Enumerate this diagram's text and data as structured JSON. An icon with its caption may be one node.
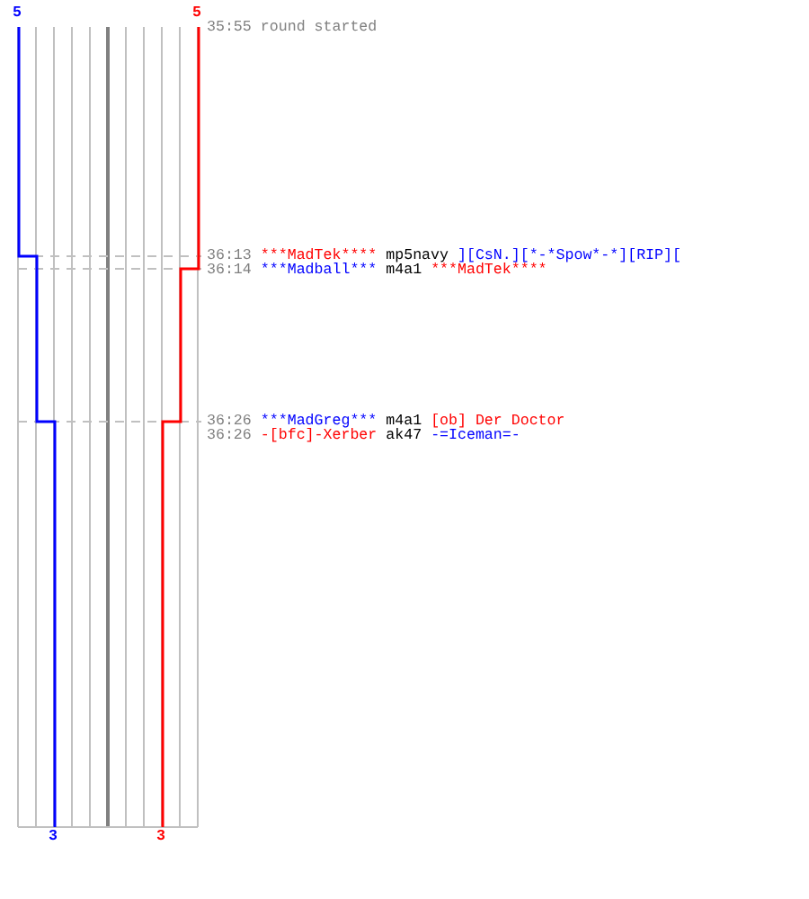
{
  "diagram": {
    "labels": [
      "5",
      "5",
      "35:55",
      "round started",
      "36:13",
      "***MadTek****",
      "mp5navy",
      "][CsN.][*-*Spow*-*][RIP][",
      "36:14",
      "***Madball***",
      "m4a1",
      "***MadTek****",
      "36:26",
      "***MadGreg***",
      "m4a1",
      "[ob] Der Doctor",
      "36:26",
      "-[bfc]-Xerber",
      "ak47",
      "-=Iceman=-",
      "3",
      "3"
    ]
  }
}
